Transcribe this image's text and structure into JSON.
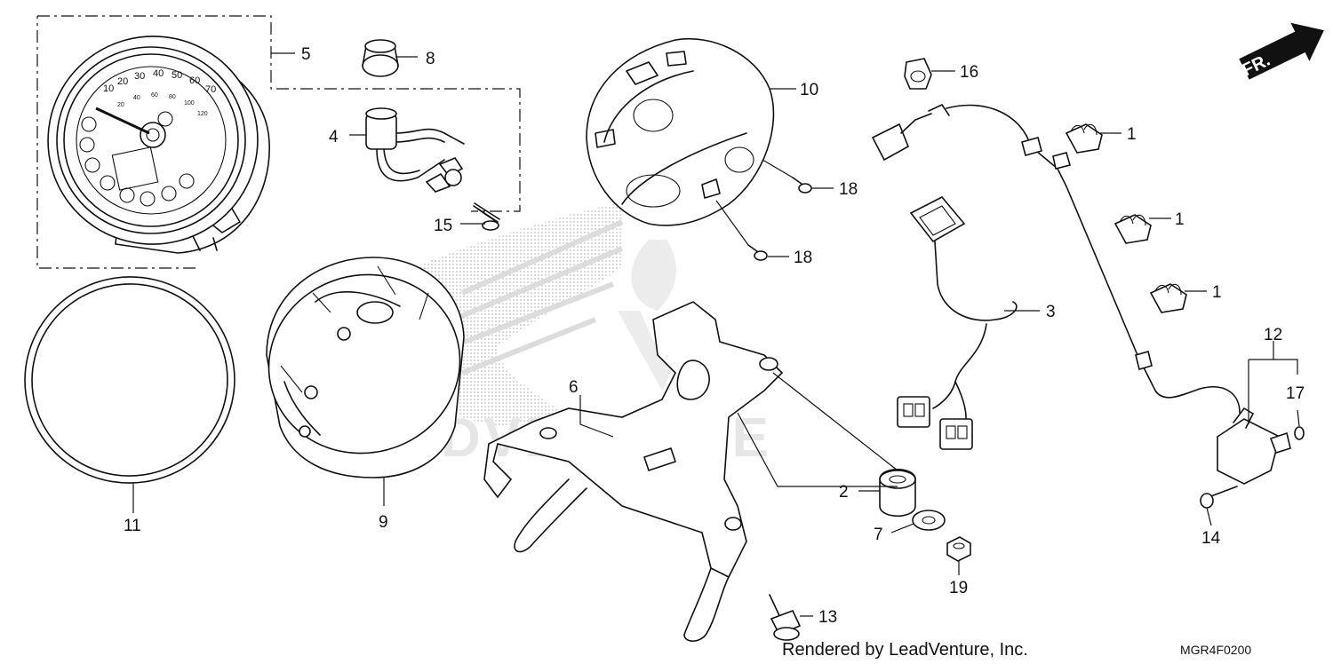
{
  "diagram": {
    "watermark_text": "LEADVENTURE",
    "front_arrow_label": "FR.",
    "credit": "Rendered by LeadVenture, Inc.",
    "diagram_code": "MGR4F0200",
    "dial_numbers": [
      "10",
      "20",
      "30",
      "40",
      "50",
      "60",
      "70"
    ],
    "dial_inner": [
      "20",
      "40",
      "60",
      "80",
      "100",
      "120"
    ],
    "callouts": {
      "c1a": "1",
      "c1b": "1",
      "c1c": "1",
      "c2": "2",
      "c3": "3",
      "c4": "4",
      "c5": "5",
      "c6": "6",
      "c7": "7",
      "c8": "8",
      "c9": "9",
      "c10": "10",
      "c11": "11",
      "c12": "12",
      "c13": "13",
      "c14": "14",
      "c15": "15",
      "c16": "16",
      "c17": "17",
      "c18a": "18",
      "c18b": "18",
      "c19": "19"
    }
  }
}
